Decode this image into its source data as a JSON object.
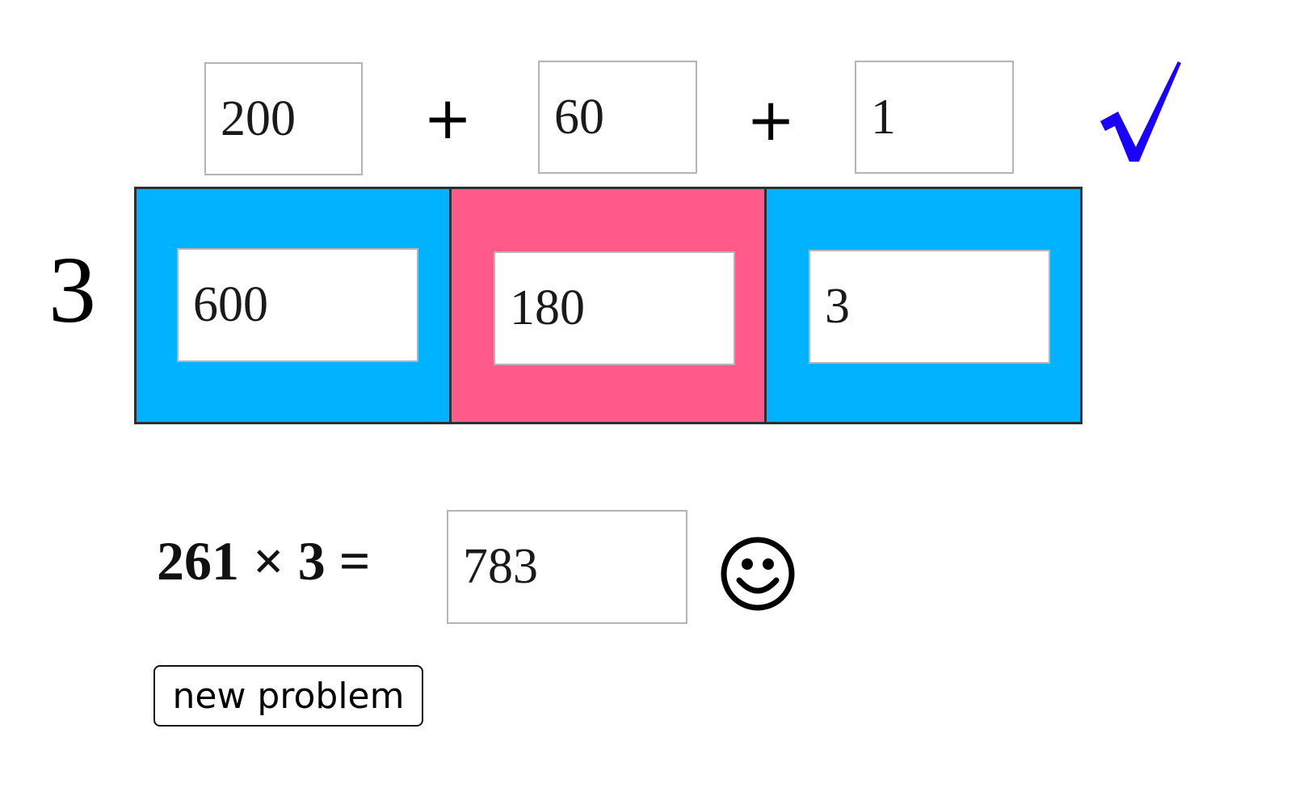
{
  "colors": {
    "cell_blue": "#00b2ff",
    "cell_pink": "#ff5a8a",
    "check_blue": "#1a00ff",
    "box_border": "#b4b4bc"
  },
  "addends": {
    "values": [
      "200",
      "60",
      "1"
    ],
    "plus_signs": [
      "+",
      "+"
    ]
  },
  "status": {
    "check_icon": "check-icon",
    "smiley_icon": "smiley-icon"
  },
  "area_model": {
    "factor": "3",
    "products": [
      "600",
      "180",
      "3"
    ]
  },
  "equation": {
    "text": "261 × 3 =",
    "answer": "783"
  },
  "button": {
    "label": "new problem"
  }
}
